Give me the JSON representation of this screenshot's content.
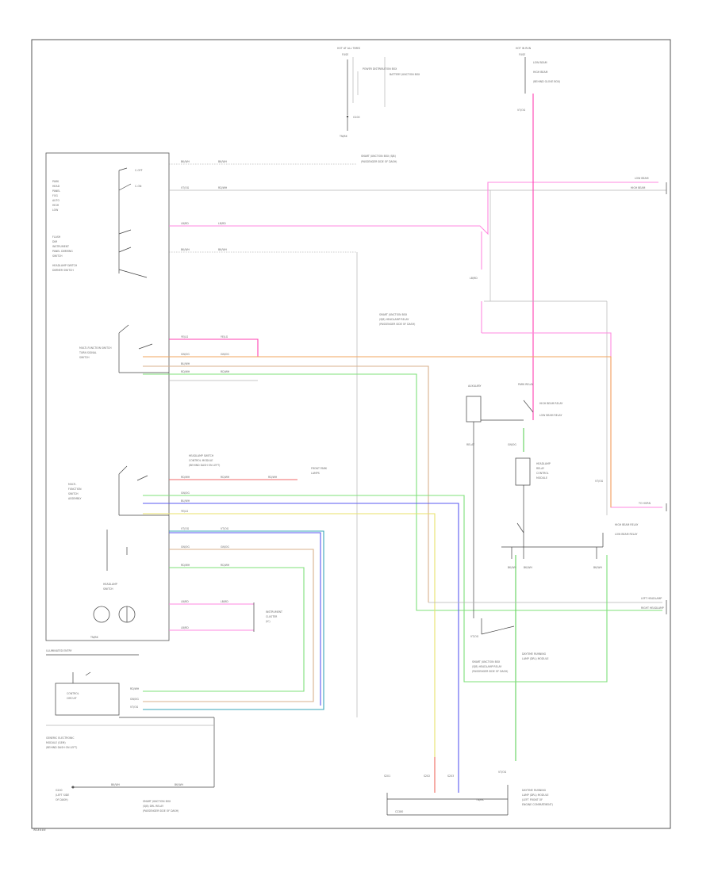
{
  "diagram": {
    "footer_code": "WS####",
    "labels": {
      "hot_at_all_times": "HOT AT ALL TIMES",
      "hot_in_run": "HOT IN RUN",
      "fuse_small": "FUSE",
      "fuse_big": "FUSE",
      "fuse_detail_top": "POWER DISTRIBUTION BOX",
      "fuse_detail_right": "BATTERY JUNCTION BOX",
      "g100_top": "G100",
      "left_switch_a": "HEADLAMP SWITCH",
      "left_switch_b": "DIMMER SWITCH",
      "left_pins_a": "C-OFF",
      "left_pins_b": "C-ON",
      "left_stack_1": "PARK",
      "left_stack_2": "HEAD",
      "left_stack_3": "PANEL",
      "left_stack_4": "FOG",
      "left_stack_5": "AUTO",
      "left_stack_6": "HIGH",
      "left_stack_7": "LOW",
      "left_stack_8": "FLASH",
      "left_stack_9": "DIM",
      "left_stack_10": "INSTRUMENT",
      "left_stack_11": "PANEL DIMMING",
      "left_stack_12": "SWITCH",
      "mid_note_top": "SMART JUNCTION BOX (SJB)",
      "mid_note_top2": "(PASSENGER SIDE OF DASH)",
      "right_top_out": "LOW BEAM",
      "right_top_out2": "HIGH BEAM",
      "mid_relay_note": "SMART JUNCTION BOX",
      "mid_relay_note2": "(SJB) HEADLAMP RELAY",
      "mid_relay_note3": "(PASSENGER SIDE OF DASH)",
      "switch_left_1": "MULTI-FUNCTION SWITCH",
      "switch_left_2": "TURN SIGNAL",
      "switch_left_3": "SWITCH",
      "relay_right_1": "HIGH BEAM RELAY",
      "relay_right_2": "LOW BEAM RELAY",
      "relay_right_3": "(BEHIND GLOVE BOX)",
      "relay_mid_1": "AUXILIARY",
      "relay_mid_2": "RELAY",
      "relay_mid_3": "PARK RELAY",
      "mid_left_note": "HEADLAMP SWITCH",
      "mid_left_note2": "CONTROL MODULE",
      "mid_left_note3": "(BEHIND DASH ON LEFT)",
      "mid_left_target": "FRONT PARK",
      "mid_left_target2": "LAMPS",
      "left_block2_1": "MULTI-",
      "left_block2_2": "FUNCTION",
      "left_block2_3": "SWITCH",
      "left_block2_4": "ASSEMBLY",
      "headlamp_note": "HEADLAMP",
      "headlamp_note2": "SWITCH",
      "right_side_out": "TO HORN",
      "lower_right_out": "LEFT HEADLAMP",
      "lower_right_out2": "RIGHT HEADLAMP",
      "dimmer_note": "INSTRUMENT",
      "dimmer_note2": "CLUSTER",
      "dimmer_note3": "(IC)",
      "lower_left_title": "ILLUMINATED ENTRY",
      "control_circuit": "CONTROL",
      "control_circuit2": "CIRCUIT",
      "lower_left_note": "GENERIC ELECTRONIC",
      "lower_left_note2": "MODULE (GEM)",
      "lower_left_note3": "(BEHIND DASH ON LEFT)",
      "lower_left_ground": "G200",
      "lower_left_ground2": "(LEFT SIDE",
      "lower_left_ground3": "OF DASH)",
      "bottom_mid_note": "SMART JUNCTION BOX",
      "bottom_mid_note2": "(SJB) DRL RELAY",
      "bottom_mid_note3": "(PASSENGER SIDE OF DASH)",
      "bottom_connector": "C2280",
      "bottom_right_note": "DAYTIME RUNNING",
      "bottom_right_note2": "LAMP (DRL) MODULE",
      "bottom_right_note3": "(LEFT FRONT OF",
      "bottom_right_note4": "ENGINE COMPARTMENT)",
      "bottom_left_l1": "S201",
      "bottom_left_l2": "S202",
      "bottom_left_l3": "S203",
      "big_relay_note": "HEADLAMP",
      "big_relay_note2": "RELAY",
      "big_relay_note3": "CONTROL",
      "big_relay_note4": "MODULE",
      "wire_1": "BK/WH",
      "wire_2": "VT/OG",
      "wire_3": "RD/WH",
      "wire_4": "LB/RD",
      "wire_5": "YE/LG",
      "wire_6": "GN/OG",
      "wire_7": "BU/WH",
      "wire_8": "TN/BK"
    }
  }
}
